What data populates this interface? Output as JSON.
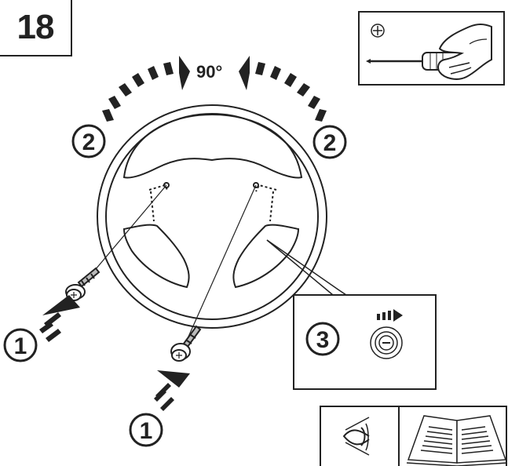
{
  "step_number": "18",
  "rotation_label": "90°",
  "callouts": {
    "remove_screws": "1",
    "rotate_wheel": "2",
    "detail": "3"
  },
  "tool": {
    "icon": "phillips-screwdriver-icon",
    "symbol": "⊕"
  },
  "reference": {
    "icons": [
      "eye-icon",
      "manual-book-icon"
    ]
  },
  "colors": {
    "ink": "#222222",
    "background": "#ffffff"
  }
}
